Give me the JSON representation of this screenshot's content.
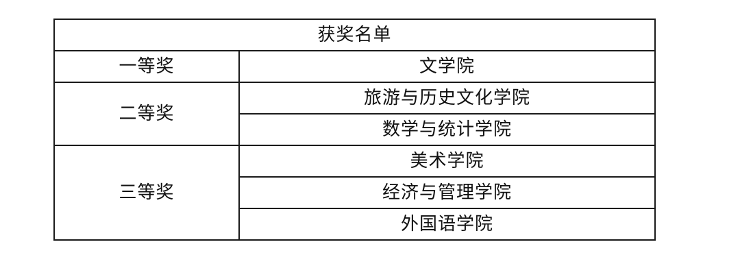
{
  "table": {
    "title": "获奖名单",
    "groups": [
      {
        "award": "一等奖",
        "colleges": [
          "文学院"
        ]
      },
      {
        "award": "二等奖",
        "colleges": [
          "旅游与历史文化学院",
          "数学与统计学院"
        ]
      },
      {
        "award": "三等奖",
        "colleges": [
          "美术学院",
          "经济与管理学院",
          "外国语学院"
        ]
      }
    ]
  }
}
